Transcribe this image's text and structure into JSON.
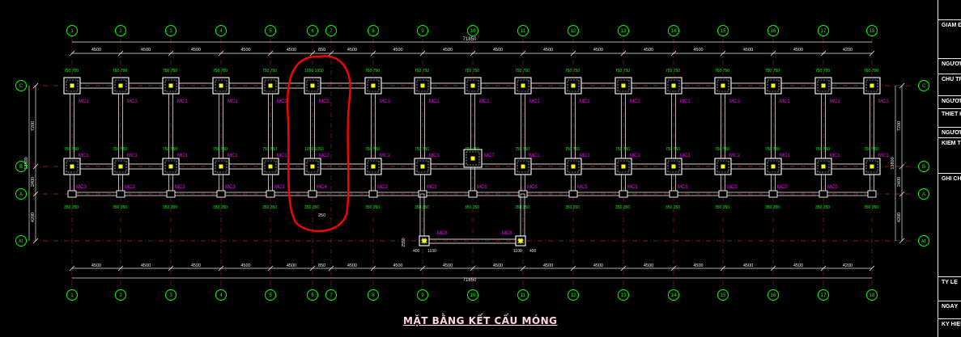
{
  "title": "MẶT BẰNG KẾT CẤU MÓNG",
  "grid": {
    "columns": [
      "1",
      "2",
      "3",
      "4",
      "5",
      "6",
      "7",
      "8",
      "9",
      "10",
      "11",
      "12",
      "13",
      "14",
      "15",
      "16",
      "17",
      "18"
    ],
    "rows": [
      "C",
      "B",
      "A",
      "A1"
    ]
  },
  "dimensions": {
    "overall": "71850",
    "bay_spacings": [
      "4500",
      "4500",
      "4500",
      "4500",
      "4500",
      "850",
      "4500",
      "4500",
      "4500",
      "4500",
      "4500",
      "4500",
      "4500",
      "4500",
      "4500",
      "4500",
      "4200"
    ],
    "row_spacing_CB": "7200",
    "row_spacing_BA": "2400",
    "row_spacing_AA1": "4200",
    "total_height": "13800"
  },
  "footing_labels": {
    "row_C": [
      "MC1",
      "MC1",
      "MC1",
      "MC1",
      "MC1",
      "MC2",
      "MC1",
      "MC1",
      "MC1",
      "MC1",
      "MC1",
      "MC1",
      "MC1",
      "MC1",
      "MC1",
      "MC1",
      "MC1"
    ],
    "row_B": [
      "MC1",
      "MC1",
      "MC1",
      "MC1",
      "MC1",
      "MC2",
      "MC1",
      "MC1",
      "MC7",
      "MC1",
      "MC1",
      "MC1",
      "MC1",
      "MC1",
      "MC1",
      "MC1",
      "MC1"
    ],
    "row_A": [
      "MC3",
      "MC3",
      "MC3",
      "MC3",
      "MC3",
      "MC4",
      "MC3",
      "MC5",
      "MC5",
      "MC5",
      "MC5",
      "MC5",
      "MC5",
      "MC5",
      "MC5",
      "MC5"
    ],
    "stair": [
      "MC6",
      "MC6"
    ]
  },
  "footing_dims": {
    "pad_pair": [
      "750",
      "750"
    ],
    "pad_pair_c2": [
      "1050",
      "1050"
    ],
    "strip": [
      "350",
      "350"
    ],
    "mc4_width": "250",
    "stair_dims": [
      "400",
      "1100",
      "1100",
      "400"
    ],
    "stair_height": "2550"
  },
  "title_block": {
    "labels": [
      "GIÁM Đ",
      "NGƯỜI",
      "CHỦ TRÌ",
      "NGƯỜI",
      "THIẾT KẾ",
      "NGƯỜI",
      "KIỂM TRA",
      "GHI CHÚ",
      "TỶ LỆ",
      "NGÀY",
      "KÝ HIỆU"
    ]
  },
  "colors": {
    "background": "#000000",
    "axis_bubble": "#00ff00",
    "dimension": "#e8e8e8",
    "footing": "#ffffff",
    "footing_label": "#ff00ff",
    "column": "#ffff00",
    "axis_line": "#ff3030",
    "highlight_markup": "#ff0000"
  }
}
